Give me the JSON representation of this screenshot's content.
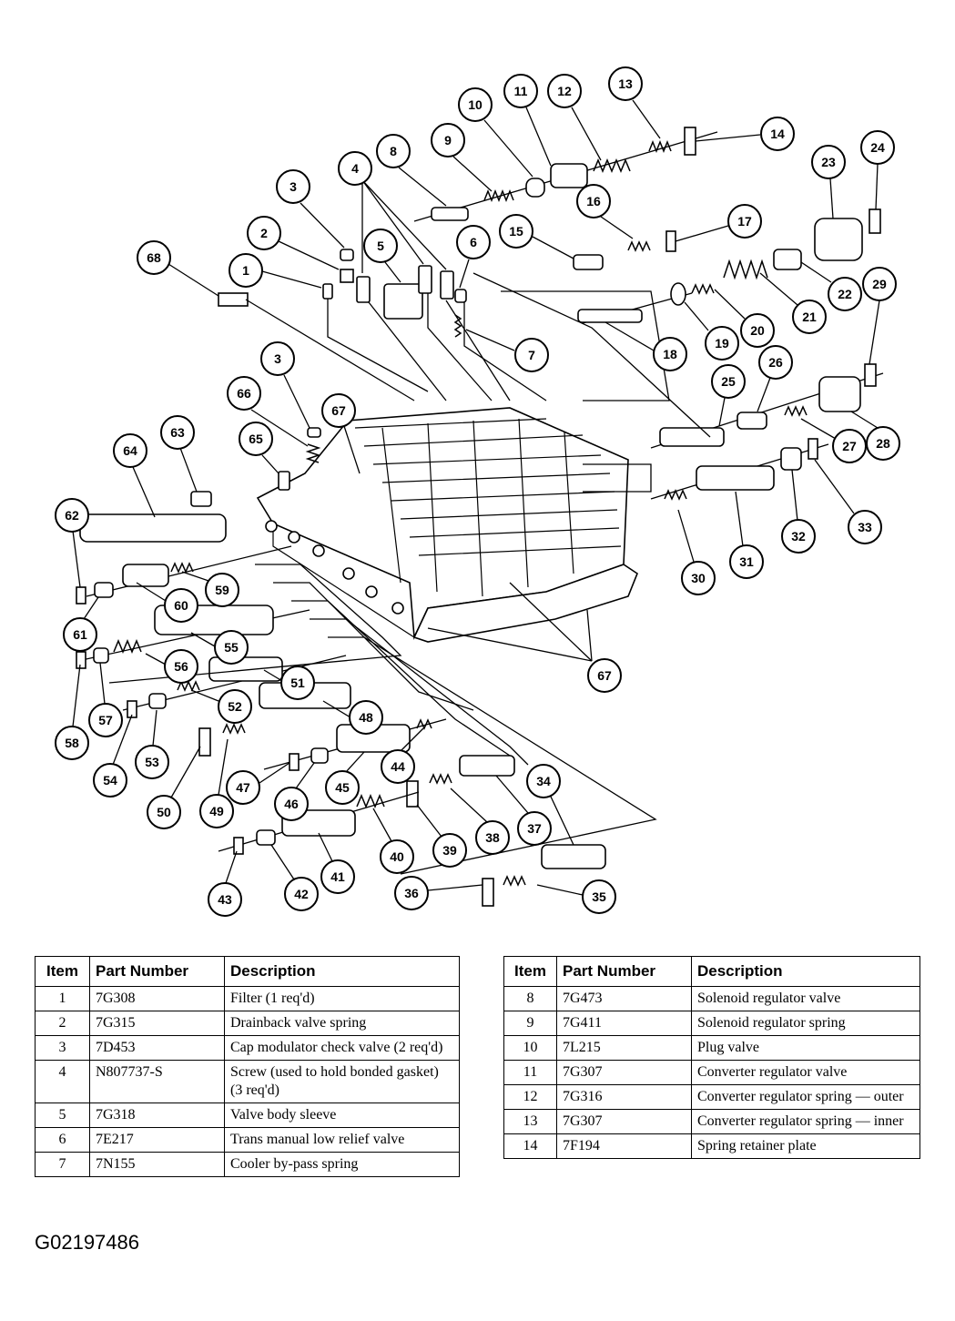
{
  "diagram": {
    "callouts": [
      "1",
      "2",
      "3",
      "4",
      "5",
      "6",
      "7",
      "8",
      "9",
      "10",
      "11",
      "12",
      "13",
      "14",
      "15",
      "16",
      "17",
      "18",
      "19",
      "20",
      "21",
      "22",
      "23",
      "24",
      "25",
      "26",
      "27",
      "28",
      "29",
      "30",
      "31",
      "32",
      "33",
      "34",
      "35",
      "36",
      "37",
      "38",
      "39",
      "40",
      "41",
      "42",
      "43",
      "44",
      "45",
      "46",
      "47",
      "48",
      "49",
      "50",
      "51",
      "52",
      "53",
      "54",
      "55",
      "56",
      "57",
      "58",
      "59",
      "60",
      "61",
      "62",
      "63",
      "64",
      "65",
      "66",
      "67",
      "68"
    ]
  },
  "table_left": {
    "headers": {
      "item": "Item",
      "part_number": "Part Number",
      "description": "Description"
    },
    "rows": [
      {
        "item": "1",
        "part_number": "7G308",
        "description": "Filter (1 req'd)"
      },
      {
        "item": "2",
        "part_number": "7G315",
        "description": "Drainback valve spring"
      },
      {
        "item": "3",
        "part_number": "7D453",
        "description": "Cap modulator check valve (2 req'd)"
      },
      {
        "item": "4",
        "part_number": "N807737-S",
        "description": "Screw (used to hold bonded gasket) (3 req'd)"
      },
      {
        "item": "5",
        "part_number": "7G318",
        "description": "Valve body sleeve"
      },
      {
        "item": "6",
        "part_number": "7E217",
        "description": "Trans manual low relief valve"
      },
      {
        "item": "7",
        "part_number": "7N155",
        "description": "Cooler by-pass spring"
      }
    ]
  },
  "table_right": {
    "headers": {
      "item": "Item",
      "part_number": "Part Number",
      "description": "Description"
    },
    "rows": [
      {
        "item": "8",
        "part_number": "7G473",
        "description": "Solenoid regulator valve"
      },
      {
        "item": "9",
        "part_number": "7G411",
        "description": "Solenoid regulator spring"
      },
      {
        "item": "10",
        "part_number": "7L215",
        "description": "Plug valve"
      },
      {
        "item": "11",
        "part_number": "7G307",
        "description": "Converter regulator valve"
      },
      {
        "item": "12",
        "part_number": "7G316",
        "description": "Converter regulator spring — outer"
      },
      {
        "item": "13",
        "part_number": "7G307",
        "description": "Converter regulator spring — inner"
      },
      {
        "item": "14",
        "part_number": "7F194",
        "description": "Spring retainer plate"
      }
    ]
  },
  "figure_code": "G02197486"
}
